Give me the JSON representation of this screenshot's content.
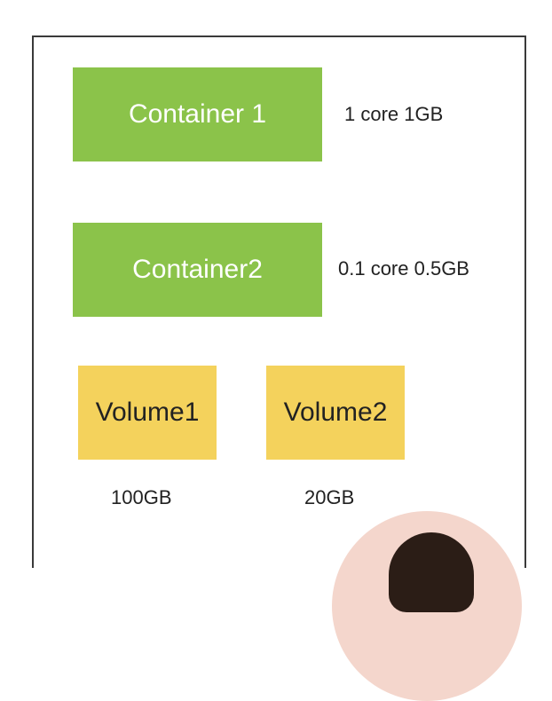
{
  "colors": {
    "container_fill": "#8bc34a",
    "volume_fill": "#f4d25c",
    "frame_border": "#3a3a3a"
  },
  "containers": [
    {
      "label": "Container 1",
      "resources": "1 core 1GB"
    },
    {
      "label": "Container2",
      "resources": "0.1 core 0.5GB"
    }
  ],
  "volumes": [
    {
      "label": "Volume1",
      "size": "100GB"
    },
    {
      "label": "Volume2",
      "size": "20GB"
    }
  ]
}
